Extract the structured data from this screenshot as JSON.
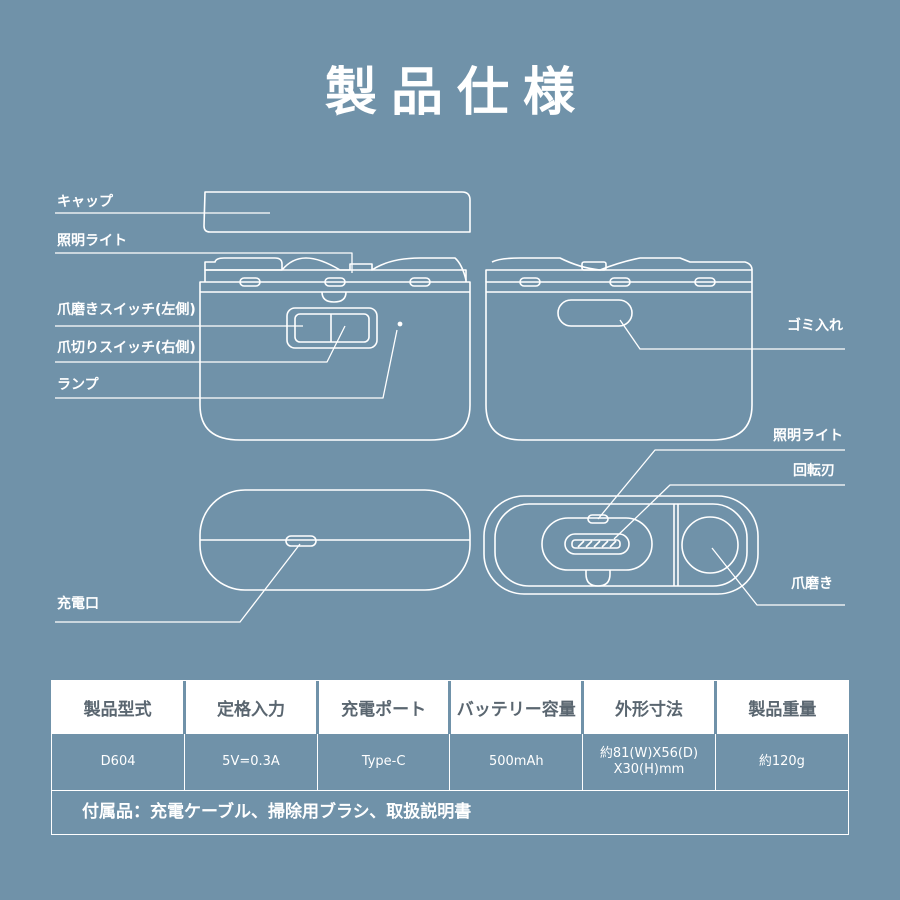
{
  "page": {
    "title": "製品仕様",
    "bg_color": "#7092a9",
    "line_color": "#ffffff"
  },
  "labels": {
    "cap": "キャップ",
    "light_left": "照明ライト",
    "file_switch": "爪磨きスイッチ(左側)",
    "cut_switch": "爪切りスイッチ(右側)",
    "lamp": "ランプ",
    "trash": "ゴミ入れ",
    "light_right": "照明ライト",
    "blade": "回転刃",
    "file": "爪磨き",
    "charge_port": "充電口"
  },
  "spec": {
    "headers": [
      "製品型式",
      "定格入力",
      "充電ポート",
      "バッテリー容量",
      "外形寸法",
      "製品重量"
    ],
    "values": [
      "D604",
      "5V=0.3A",
      "Type-C",
      "500mAh",
      "約81(W)X56(D)\nX30(H)mm",
      "約120g"
    ],
    "accessories": "付属品：充電ケーブル、掃除用ブラシ、取扱説明書"
  }
}
